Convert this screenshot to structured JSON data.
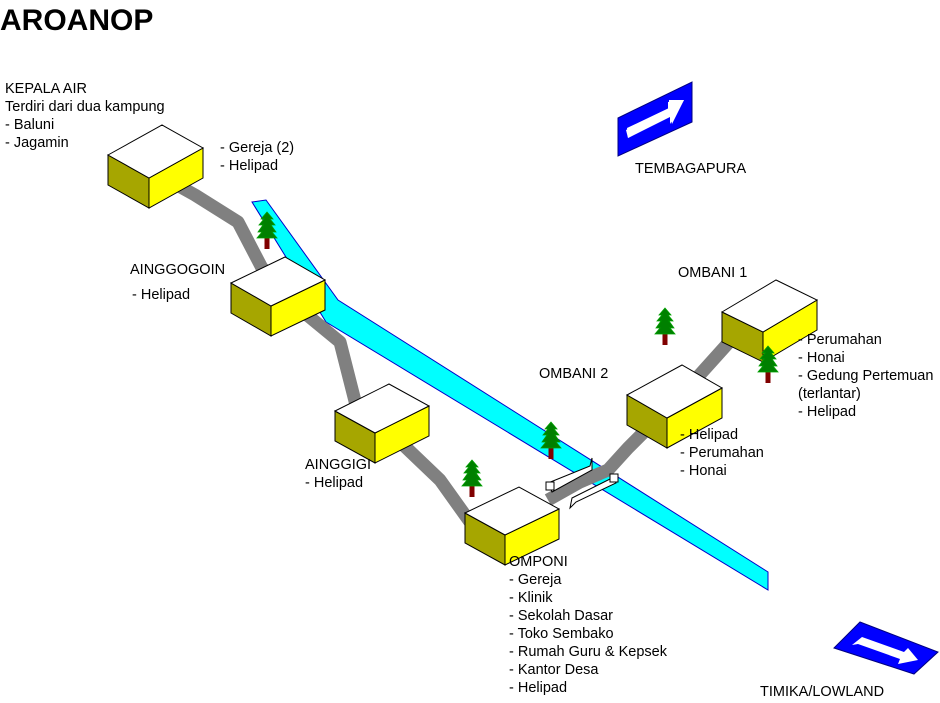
{
  "title": "AROANOP",
  "colors": {
    "river_fill": "#00FFFF",
    "river_edge": "#0000CC",
    "road": "#808080",
    "box_top": "#FFFFFF",
    "box_front": "#FFFF00",
    "box_side": "#A6A600",
    "tree_foliage": "#008000",
    "tree_trunk": "#800000",
    "arrow_fill": "#0000FF",
    "bridge": "#FFFFFF"
  },
  "icons": {
    "village": "isometric-box",
    "tree": "pine-tree-icon",
    "direction": "arrow-right-icon",
    "bridge": "bridge-icon"
  },
  "villages": {
    "kepala_air": {
      "name": "KEPALA AIR",
      "note": "Terdiri dari dua kampung",
      "sub_villages": [
        "- Baluni",
        "- Jagamin"
      ],
      "facilities": [
        "- Gereja (2)",
        "- Helipad"
      ]
    },
    "ainggogoin": {
      "name": "AINGGOGOIN",
      "facilities": [
        "- Helipad"
      ]
    },
    "ainggigi": {
      "name": "AINGGIGI",
      "facilities": [
        " - Helipad"
      ]
    },
    "omponi": {
      "name": "OMPONI",
      "facilities": [
        "- Gereja",
        "- Klinik",
        "- Sekolah Dasar",
        "- Toko Sembako",
        "- Rumah Guru & Kepsek",
        "- Kantor Desa",
        "- Helipad"
      ]
    },
    "ombani_2": {
      "name": "OMBANI 2",
      "facilities": [
        "- Helipad",
        "- Perumahan",
        "- Honai"
      ]
    },
    "ombani_1": {
      "name": "OMBANI 1",
      "facilities": [
        "- Perumahan",
        "- Honai",
        "- Gedung Pertemuan",
        "(terlantar)",
        "- Helipad"
      ]
    }
  },
  "directions": {
    "tembagapura": "TEMBAGAPURA",
    "timika": "TIMIKA/LOWLAND"
  }
}
